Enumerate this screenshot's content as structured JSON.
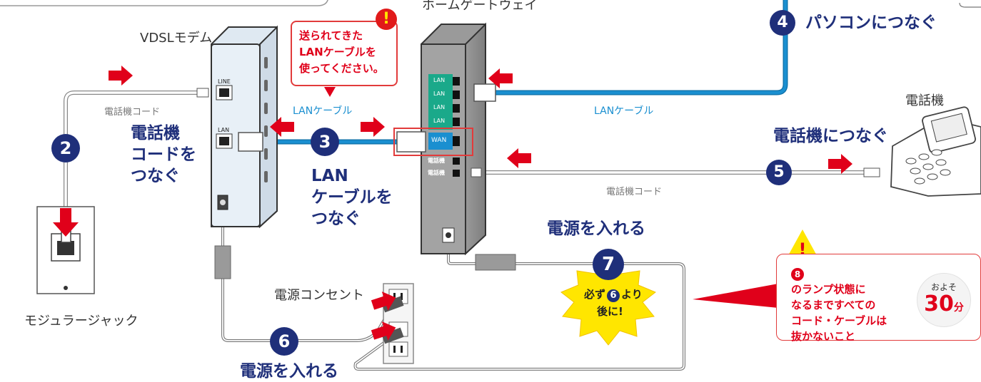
{
  "labels": {
    "home_gateway": "ホームゲートウェイ",
    "vdsl_modem": "VDSLモデム",
    "phone": "電話機",
    "modular_jack": "モジュラージャック",
    "outlet": "電源コンセント",
    "phone_cord_left": "電話機コード",
    "phone_cord_right": "電話機コード",
    "lan_cable_left": "LANケーブル",
    "lan_cable_right": "LANケーブル"
  },
  "port_labels": {
    "line": "LINE",
    "lan": "LAN",
    "wan": "WAN",
    "phone": "電話機"
  },
  "callout": {
    "line1": "送られてきた",
    "line2": "LANケーブルを",
    "line3": "使ってください。"
  },
  "steps": {
    "s2": {
      "num": "2",
      "line1": "電話機",
      "line2": "コードを",
      "line3": "つなぐ"
    },
    "s3": {
      "num": "3",
      "line1": "LAN",
      "line2": "ケーブルを",
      "line3": "つなぐ"
    },
    "s4": {
      "num": "4",
      "text": "パソコンにつなぐ"
    },
    "s5": {
      "num": "5",
      "text": "電話機につなぐ"
    },
    "s6": {
      "num": "6",
      "text": "電源を入れる"
    },
    "s7": {
      "num": "7",
      "text": "電源を入れる",
      "burst_pre": "必ず",
      "burst_num": "6",
      "burst_post": "より",
      "burst_line2": "後に!"
    }
  },
  "warning": {
    "num": "8",
    "line1": "のランプ状態に",
    "line2": "なるまですべての",
    "line3": "コード・ケーブルは",
    "line4": "抜かないこと",
    "approx": "およそ",
    "minutes": "30",
    "unit": "分"
  },
  "colors": {
    "step_navy": "#1f2f7a",
    "cable_blue": "#1a8fd0",
    "arrow_red": "#e0001a",
    "burst_yellow": "#ffe600",
    "router_gray": "#8c8c8c",
    "port_teal": "#1aa98a"
  }
}
